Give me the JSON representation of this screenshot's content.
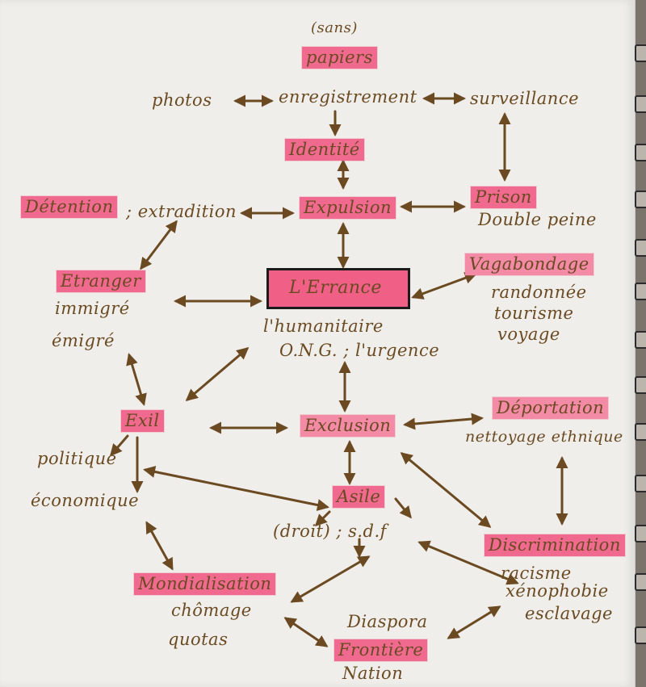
{
  "nodes": {
    "sans": "(sans)",
    "papiers": "papiers",
    "photos": "photos",
    "enregistrement": "enregistrement",
    "surveillance": "surveillance",
    "identite": "Identité",
    "detention": "Détention",
    "extradition": "; extradition",
    "expulsion": "Expulsion",
    "prison": "Prison",
    "double_peine": "Double peine",
    "etranger": "Etranger",
    "immigre": "immigré",
    "emigre": "émigré",
    "errance": "L'Errance",
    "vagabondage": "Vagabondage",
    "randonnee": "randonnée",
    "tourisme": "tourisme",
    "voyage": "voyage",
    "humanitaire": "l'humanitaire",
    "ong": "O.N.G. ; l'urgence",
    "exil": "Exil",
    "politique": "politique",
    "economique": "économique",
    "exclusion": "Exclusion",
    "deportation": "Déportation",
    "nettoyage": "nettoyage ethnique",
    "asile": "Asile",
    "droit_sdf": "(droit) ; s.d.f",
    "discrimination": "Discrimination",
    "racisme": "racisme",
    "xenophobie": "xénophobie",
    "esclavage": "esclavage",
    "mondialisation": "Mondialisation",
    "chomage": "chômage",
    "quotas": "quotas",
    "diaspora": "Diaspora",
    "frontiere": "Frontière",
    "nation": "Nation"
  },
  "colors": {
    "paper": "#efeeea",
    "ink": "#6b4a22",
    "highlight": "#ef6a8e"
  }
}
